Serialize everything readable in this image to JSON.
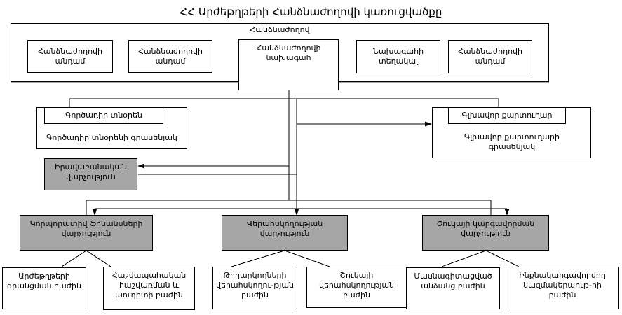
{
  "title": "ՀՀ Արժեթղթերի Հանձնաժողովի կառուցվածքը",
  "colors": {
    "gray_box": "#a6a6a6",
    "line": "#000000",
    "background": "#ffffff"
  },
  "commission": {
    "label": "Հանձնաժողով",
    "member_left_1": "Հանձնաժողովի անդամ",
    "member_left_2": "Հանձնաժողովի անդամ",
    "chairman": "Հանձնաժողովի նախագահ",
    "deputy": "Նախագահի տեղակալ",
    "member_right": "Հանձնաժողովի անդամ"
  },
  "executive": {
    "director": "Գործադիր տնօրեն",
    "office": "Գործադիր տնօրենի գրասենյակ"
  },
  "secretary": {
    "head": "Գլխավոր քարտուղար",
    "office": "Գլխավոր քարտուղարի գրասենյակ"
  },
  "legal_department": "Իրավաբանական վարչություն",
  "departments": {
    "corporate_finance": "Կորպորատիվ ֆինանսների վարչություն",
    "supervision": "Վերահսկողության վարչություն",
    "market_regulation": "Շուկայի կարգավորման վարչություն"
  },
  "divisions": {
    "securities_registration": "Արժեթղթերի գրանցման բաժին",
    "accounting_audit": "Հաշվապահական հաշվառման և աուդիտի բաժին",
    "issuers_supervision": "Թողարկողների վերահսկողու-թյան բաժին",
    "market_supervision": "Շուկայի վերահսկողության բաժին",
    "specialized_persons": "Մասնագիտացված անձանց բաժին",
    "self_regulatory": "Ինքնակարգավորվող կազմակերպութ-րի բաժին"
  }
}
